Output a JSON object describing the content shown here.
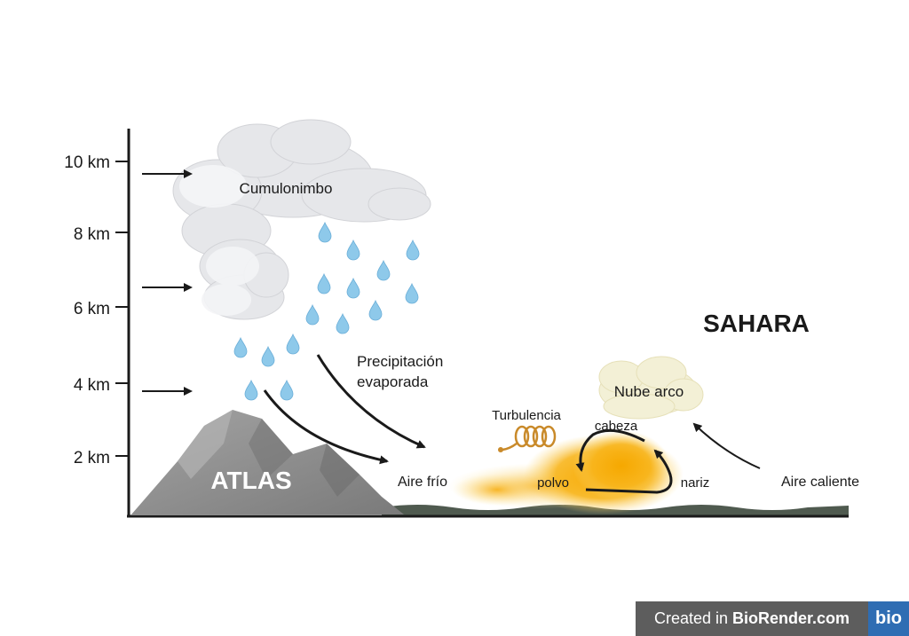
{
  "axis": {
    "ticks": [
      "10 km",
      "8 km",
      "6 km",
      "4 km",
      "2 km"
    ]
  },
  "labels": {
    "cumulonimbus": "Cumulonimbo",
    "precipitation_line1": "Precipitación",
    "precipitation_line2": "evaporada",
    "atlas": "ATLAS",
    "cold_air": "Aire frío",
    "sahara": "SAHARA",
    "arc_cloud": "Nube arco",
    "turbulence": "Turbulencia",
    "head": "cabeza",
    "dust": "polvo",
    "nose": "nariz",
    "hot_air": "Aire caliente"
  },
  "badge": {
    "prefix": "Created in",
    "brand": "BioRender.com",
    "logo": "bio"
  },
  "colors": {
    "axis": "#1a1a1a",
    "cloud": "#e6e7ea",
    "raindrop": "#8ec9ea",
    "mountain": "#8f8f8f",
    "ground": "#4f5a4f",
    "dust": "#f6a800",
    "turbulence": "#c98a2a",
    "badge_bg": "#5d5d5d",
    "badge_logo": "#2f6db3"
  }
}
